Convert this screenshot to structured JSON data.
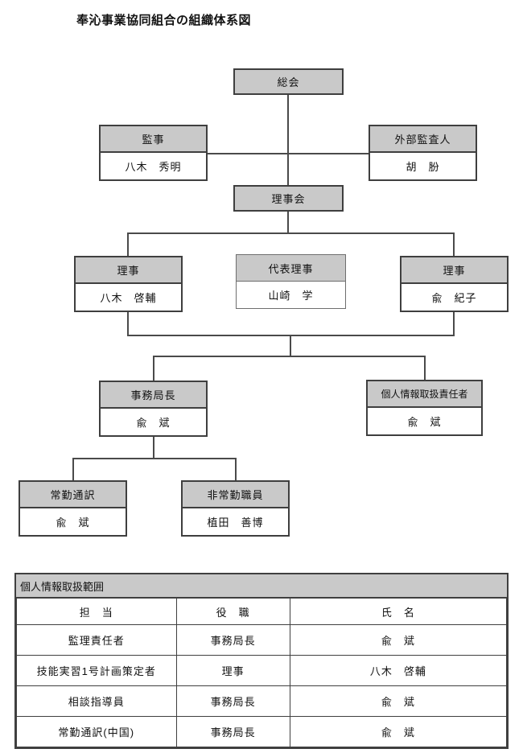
{
  "title": "奉沁事業協同組合の組織体系図",
  "org_chart": {
    "nodes": [
      {
        "id": "soukai",
        "role": "総会",
        "name": ""
      },
      {
        "id": "kanji",
        "role": "監事",
        "name": "八木　秀明"
      },
      {
        "id": "gaibu_kansanin",
        "role": "外部監査人",
        "name": "胡　肦"
      },
      {
        "id": "rijikai",
        "role": "理事会",
        "name": ""
      },
      {
        "id": "riji_left",
        "role": "理事",
        "name": "八木　啓輔"
      },
      {
        "id": "daihyo_riji",
        "role": "代表理事",
        "name": "山崎　学"
      },
      {
        "id": "riji_right",
        "role": "理事",
        "name": "兪　紀子"
      },
      {
        "id": "jimukyokucho",
        "role": "事務局長",
        "name": "兪　斌"
      },
      {
        "id": "kojin_joho",
        "role": "個人情報取扱責任者",
        "name": "兪　斌"
      },
      {
        "id": "jokin_tsuyaku",
        "role": "常勤通訳",
        "name": "兪　斌"
      },
      {
        "id": "hijokin_shokuin",
        "role": "非常勤職員",
        "name": "植田　善博"
      }
    ],
    "edges": [
      "総会 — 理事会",
      "総会/理事会ライン — 監事",
      "総会/理事会ライン — 外部監査人",
      "理事会 — 理事(八木 啓輔)",
      "理事会 — 代表理事(山崎 学)",
      "理事会 — 理事(兪 紀子)",
      "理事 — 事務局長",
      "理事 — 個人情報取扱責任者",
      "事務局長 — 常勤通訳",
      "事務局長 — 非常勤職員"
    ]
  },
  "table": {
    "title": "個人情報取扱範囲",
    "headers": [
      "担　当",
      "役　職",
      "氏　名"
    ],
    "rows": [
      [
        "監理責任者",
        "事務局長",
        "兪　斌"
      ],
      [
        "技能実習1号計画策定者",
        "理事",
        "八木　啓輔"
      ],
      [
        "相談指導員",
        "事務局長",
        "兪　斌"
      ],
      [
        "常勤通訳(中国)",
        "事務局長",
        "兪　斌"
      ]
    ]
  },
  "colors": {
    "box_fill": "#c9c9c9",
    "box_border": "#3f3f3f",
    "connector_line": "#4a4a4a",
    "text": "#111111",
    "background": "#ffffff"
  }
}
